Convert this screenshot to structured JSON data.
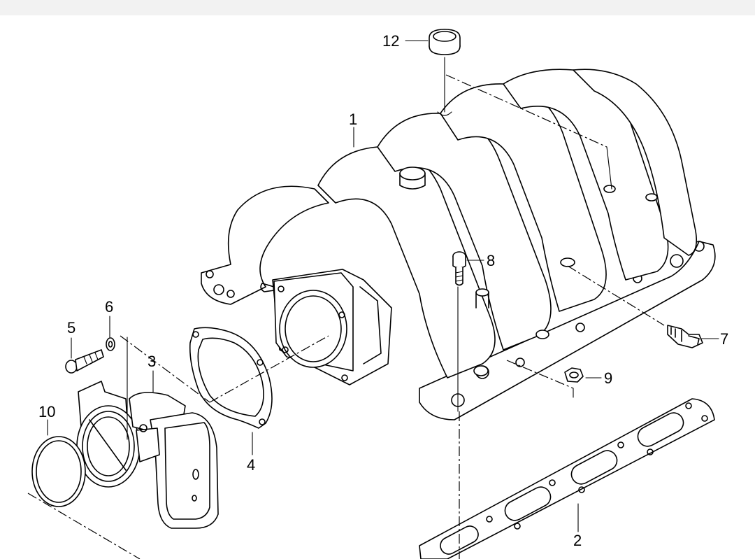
{
  "diagram": {
    "callouts": {
      "c1": "1",
      "c2": "2",
      "c3": "3",
      "c4": "4",
      "c5": "5",
      "c6": "6",
      "c7": "7",
      "c8": "8",
      "c9": "9",
      "c10": "10",
      "c12": "12"
    }
  }
}
